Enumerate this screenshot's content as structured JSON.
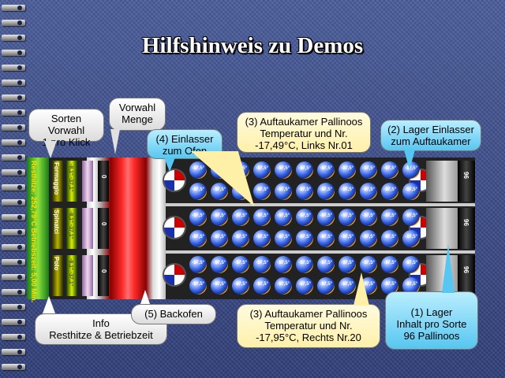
{
  "title": "Hilfshinweis zu Demos",
  "rest_info": "Resthitze: 252,79°C Betriebszeit: 5,00 Min.",
  "rows": [
    {
      "sort": "Formaggio",
      "temp": "-8,1° -37,1°",
      "count": "0",
      "store": "96"
    },
    {
      "sort": "Spinatci",
      "temp": "-8,1° -37,1°",
      "count": "0",
      "store": "96"
    },
    {
      "sort": "Polo",
      "temp": "-8,1° -37,1°",
      "count": "0",
      "store": "96"
    }
  ],
  "ball_label": "-17,5°",
  "callouts": {
    "sorten": "Sorten Vorwahl\n1 pro Klick",
    "vorwahl": "Vorwahl\nMenge",
    "einlasser_ofen": "(4) Einlasser\nzum Ofen",
    "auftau_top": "(3) Auftaukamer Pallinoos\nTemperatur und Nr.\n-17,49°C, Links Nr.01",
    "lager_einlasser": "(2) Lager Einlasser\nzum Auftaukamer",
    "info": "Info\nResthitze & Betriebzeit",
    "backofen": "(5) Backofen",
    "auftau_bottom": "(3) Auftaukamer Pallinoos\nTemperatur und Nr.\n-17,95°C, Rechts Nr.20",
    "lager": "(1) Lager\nInhalt pro Sorte\n96 Pallinoos"
  }
}
